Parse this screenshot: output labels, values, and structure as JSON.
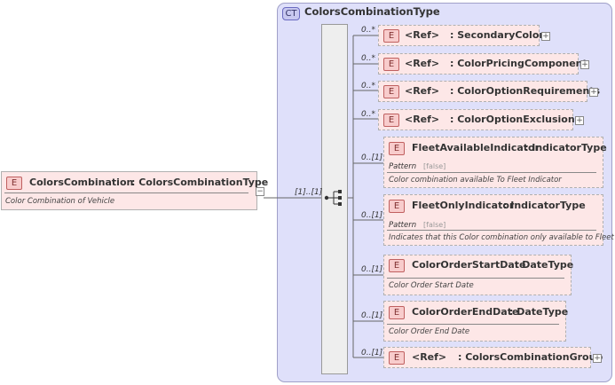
{
  "root": {
    "badge": "E",
    "name": "ColorsCombination",
    "type": ": ColorsCombinationType",
    "doc": "Color Combination of Vehicle",
    "collapse": "−"
  },
  "complex_type": {
    "badge": "CT",
    "name": "ColorsCombinationType"
  },
  "sequence_multiplicity": "[1]..[1]",
  "children": [
    {
      "id": "secondary-color",
      "badge": "E",
      "ref": "<Ref>",
      "name": ": SecondaryColor",
      "multiplicity": "0..*",
      "expand": "+"
    },
    {
      "id": "color-pricing-component",
      "badge": "E",
      "ref": "<Ref>",
      "name": ": ColorPricingComponent",
      "multiplicity": "0..*",
      "expand": "+"
    },
    {
      "id": "color-option-requirements",
      "badge": "E",
      "ref": "<Ref>",
      "name": ": ColorOptionRequirements",
      "multiplicity": "0..*",
      "expand": "+"
    },
    {
      "id": "color-option-exclusions",
      "badge": "E",
      "ref": "<Ref>",
      "name": ": ColorOptionExclusions",
      "multiplicity": "0..*",
      "expand": "+"
    },
    {
      "id": "fleet-available-indicator",
      "badge": "E",
      "name": "FleetAvailableIndicator",
      "type": ": IndicatorType",
      "multiplicity": "0..[1]",
      "pattern": "Pattern",
      "fixed": "[false]",
      "doc": "Color combination available To Fleet Indicator"
    },
    {
      "id": "fleet-only-indicator",
      "badge": "E",
      "name": "FleetOnlyIndicator",
      "type": ": IndicatorType",
      "multiplicity": "0..[1]",
      "pattern": "Pattern",
      "fixed": "[false]",
      "doc": "Indicates that this Color combination only available to Fleet"
    },
    {
      "id": "color-order-start-date",
      "badge": "E",
      "name": "ColorOrderStartDate",
      "type": ": DateType",
      "multiplicity": "0..[1]",
      "doc": "Color Order Start Date"
    },
    {
      "id": "color-order-end-date",
      "badge": "E",
      "name": "ColorOrderEndDate",
      "type": ": DateType",
      "multiplicity": "0..[1]",
      "doc": "Color Order End Date"
    },
    {
      "id": "colors-combination-group",
      "badge": "E",
      "ref": "<Ref>",
      "name": ": ColorsCombinationGroup",
      "multiplicity": "0..[1]",
      "expand": "+"
    }
  ]
}
